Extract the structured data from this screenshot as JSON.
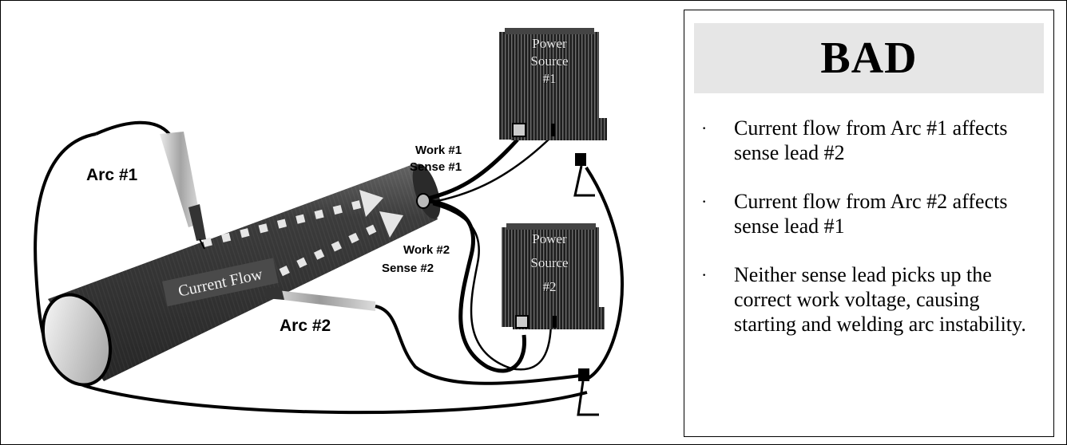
{
  "diagram": {
    "labels": {
      "arc1": "Arc #1",
      "arc2": "Arc #2",
      "work1": "Work #1",
      "sense1": "Sense #1",
      "work2": "Work #2",
      "sense2": "Sense #2",
      "current_flow": "Current Flow"
    },
    "power_source_1": [
      "Power",
      "Source",
      "#1"
    ],
    "power_source_2": [
      "Power",
      "Source",
      "#2"
    ],
    "colors": {
      "pipe_dark": "#2a2a2a",
      "pipe_light": "#8a8a8a",
      "box_dark": "#222222",
      "arrow": "#e6e6e6"
    }
  },
  "panel": {
    "title": "BAD",
    "bullets": [
      "Current flow from Arc #1 affects sense lead #2",
      "Current flow from Arc #2 affects sense lead #1",
      "Neither sense lead picks up the correct work voltage, causing starting and welding arc instability."
    ]
  }
}
